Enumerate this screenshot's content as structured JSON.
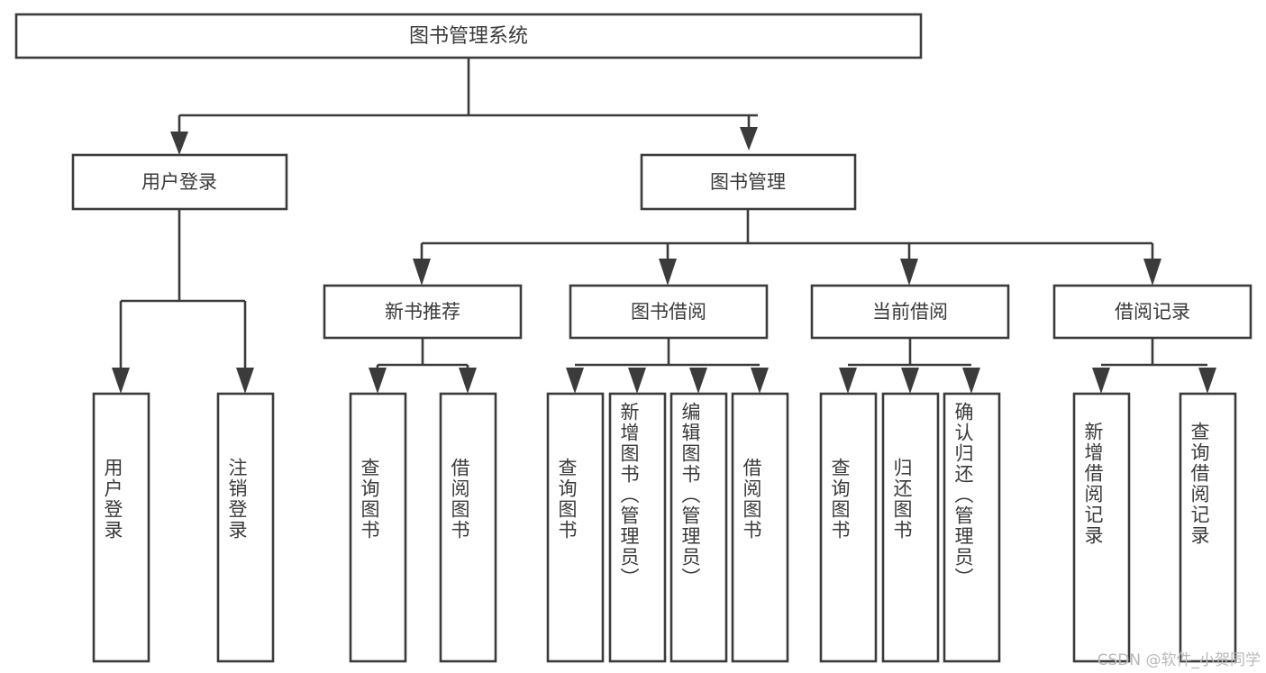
{
  "diagram": {
    "title": "图书管理系统",
    "watermark": "CSDN @软件_小贺同学",
    "root": {
      "label": "图书管理系统"
    },
    "level1": [
      {
        "label": "用户登录"
      },
      {
        "label": "图书管理"
      }
    ],
    "level2": [
      {
        "label": "新书推荐"
      },
      {
        "label": "图书借阅"
      },
      {
        "label": "当前借阅"
      },
      {
        "label": "借阅记录"
      }
    ],
    "leaves": {
      "user_login": [
        {
          "label": "用户登录"
        },
        {
          "label": "注销登录"
        }
      ],
      "new_book_recommend": [
        {
          "label": "查询图书"
        },
        {
          "label": "借阅图书"
        }
      ],
      "book_borrow": [
        {
          "label": "查询图书"
        },
        {
          "label": "新增图书（管理员）"
        },
        {
          "label": "编辑图书（管理员）"
        },
        {
          "label": "借阅图书"
        }
      ],
      "current_borrow": [
        {
          "label": "查询图书"
        },
        {
          "label": "归还图书"
        },
        {
          "label": "确认归还（管理员）"
        }
      ],
      "borrow_record": [
        {
          "label": "新增借阅记录"
        },
        {
          "label": "查询借阅记录"
        }
      ]
    },
    "colors": {
      "stroke": "#3b3b3b",
      "text": "#3a3a3a",
      "background": "#ffffff",
      "watermark": "#b9b9b9"
    }
  }
}
